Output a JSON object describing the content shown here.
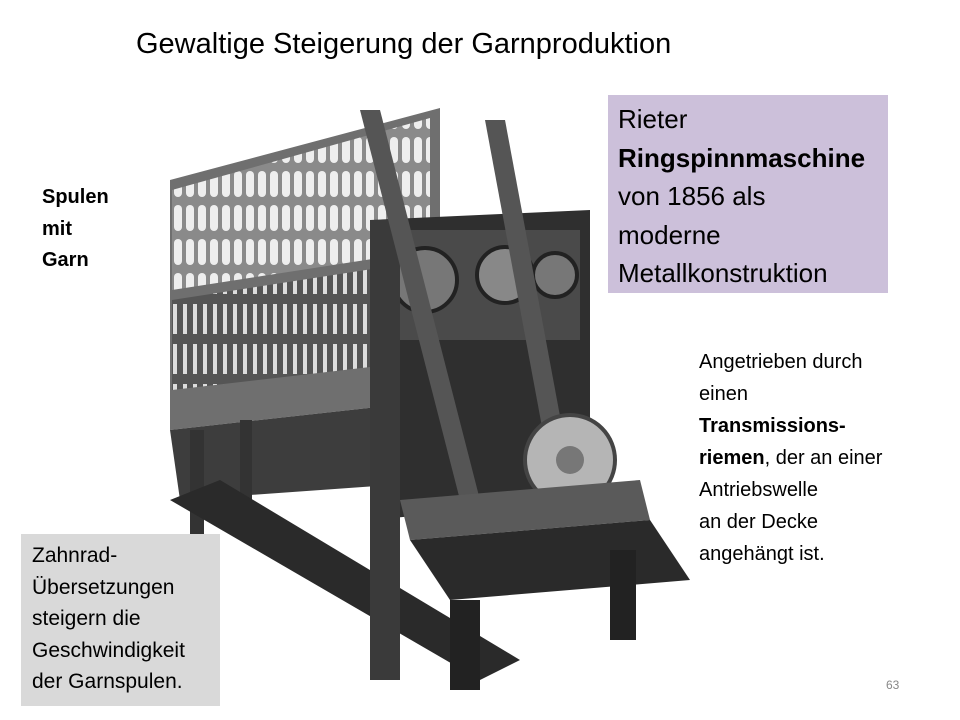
{
  "title": "Gewaltige Steigerung der Garnproduktion",
  "purple_box": {
    "line1": "Rieter",
    "line2_bold": "Ringspinnmaschine",
    "line3": "von 1856 als",
    "line4": "moderne",
    "line5": "Metallkonstruktion",
    "color": "#ccc0da"
  },
  "spulen_label": [
    "Spulen",
    "mit",
    "Garn"
  ],
  "drive_text": {
    "line1": "Angetrieben durch",
    "line2": "einen",
    "line3_bold": "Transmissions-",
    "line4_bold": "riemen",
    "line4_rest": ", der an einer",
    "line5": "Antriebswelle",
    "line6": "an der Decke",
    "line7": "angehängt ist."
  },
  "gray_box": {
    "lines": [
      "Zahnrad-",
      "Übersetzungen",
      "steigern die",
      "Geschwindigkeit",
      "der Garnspulen."
    ],
    "color": "#d9d9d9"
  },
  "page_number": "63"
}
